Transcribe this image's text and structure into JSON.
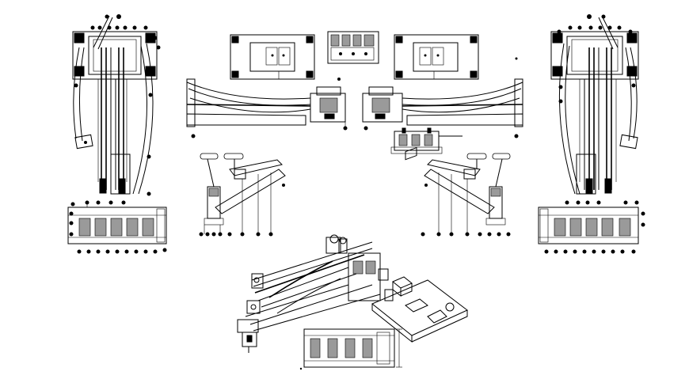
{
  "drawing": {
    "background": "#ffffff",
    "line_color": "#000000",
    "views": [
      {
        "id": "left-assembly-front",
        "kind": "elevation"
      },
      {
        "id": "left-assembly-base",
        "kind": "section"
      },
      {
        "id": "top-plate-left",
        "kind": "plan"
      },
      {
        "id": "top-plate-middle",
        "kind": "plan"
      },
      {
        "id": "top-plate-right",
        "kind": "plan"
      },
      {
        "id": "arm-side-left",
        "kind": "elevation"
      },
      {
        "id": "arm-side-right",
        "kind": "elevation"
      },
      {
        "id": "bracket-left",
        "kind": "detail"
      },
      {
        "id": "bracket-right",
        "kind": "detail"
      },
      {
        "id": "right-assembly-front",
        "kind": "elevation"
      },
      {
        "id": "right-assembly-base",
        "kind": "section"
      },
      {
        "id": "isometric-assembly",
        "kind": "isometric"
      },
      {
        "id": "bottom-section",
        "kind": "section"
      }
    ]
  }
}
